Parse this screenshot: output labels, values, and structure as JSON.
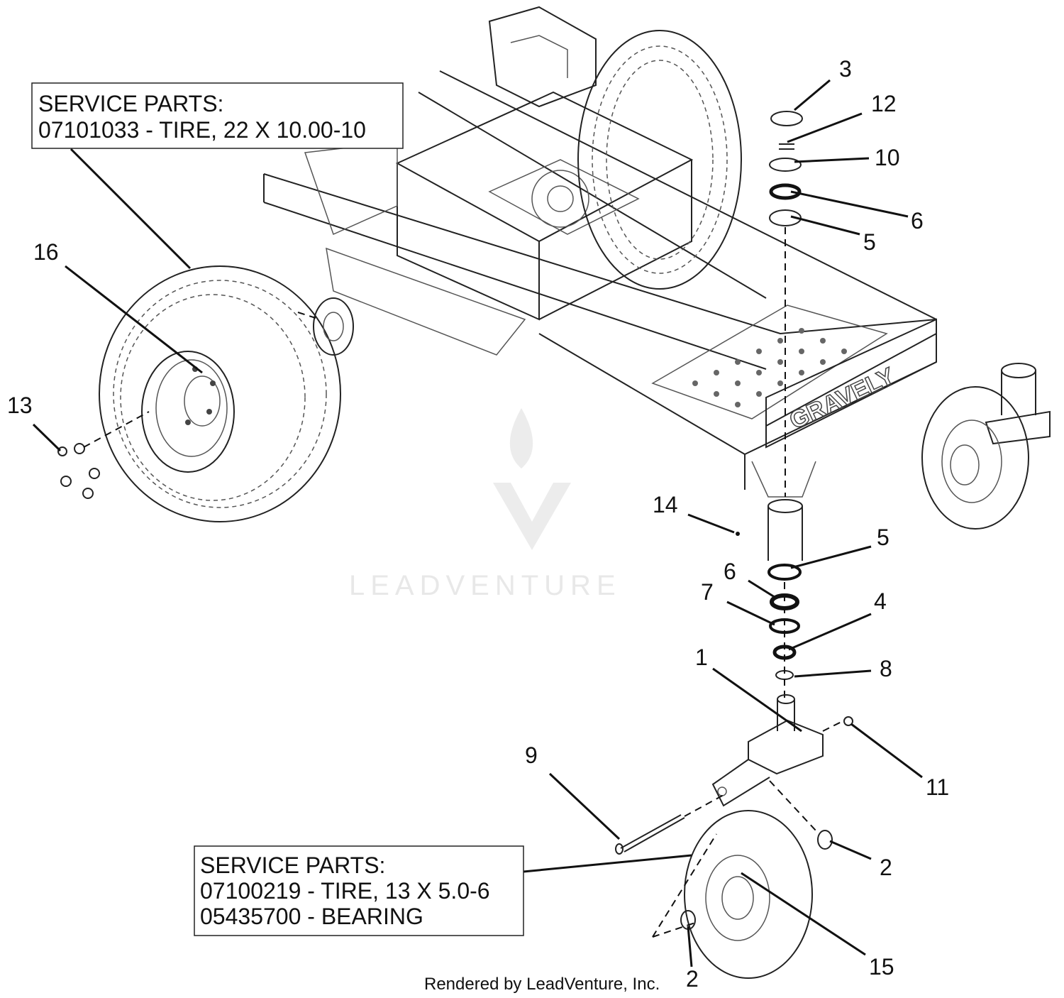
{
  "service_box_top": {
    "line1": "SERVICE PARTS:",
    "line2": "07101033 - TIRE, 22 X 10.00-10"
  },
  "service_box_bottom": {
    "line1": "SERVICE PARTS:",
    "line2": "07100219 - TIRE, 13 X 5.0-6",
    "line3": "05435700 - BEARING"
  },
  "frame_brand": "GRAVELY",
  "watermark": "LEADVENTURE",
  "footer": "Rendered by LeadVenture, Inc.",
  "callouts": {
    "c3": "3",
    "c12": "12",
    "c10": "10",
    "c6a": "6",
    "c5a": "5",
    "c16": "16",
    "c13": "13",
    "c14": "14",
    "c5b": "5",
    "c6b": "6",
    "c7": "7",
    "c4": "4",
    "c1": "1",
    "c8": "8",
    "c9": "9",
    "c11": "11",
    "c2a": "2",
    "c2b": "2",
    "c15": "15"
  }
}
